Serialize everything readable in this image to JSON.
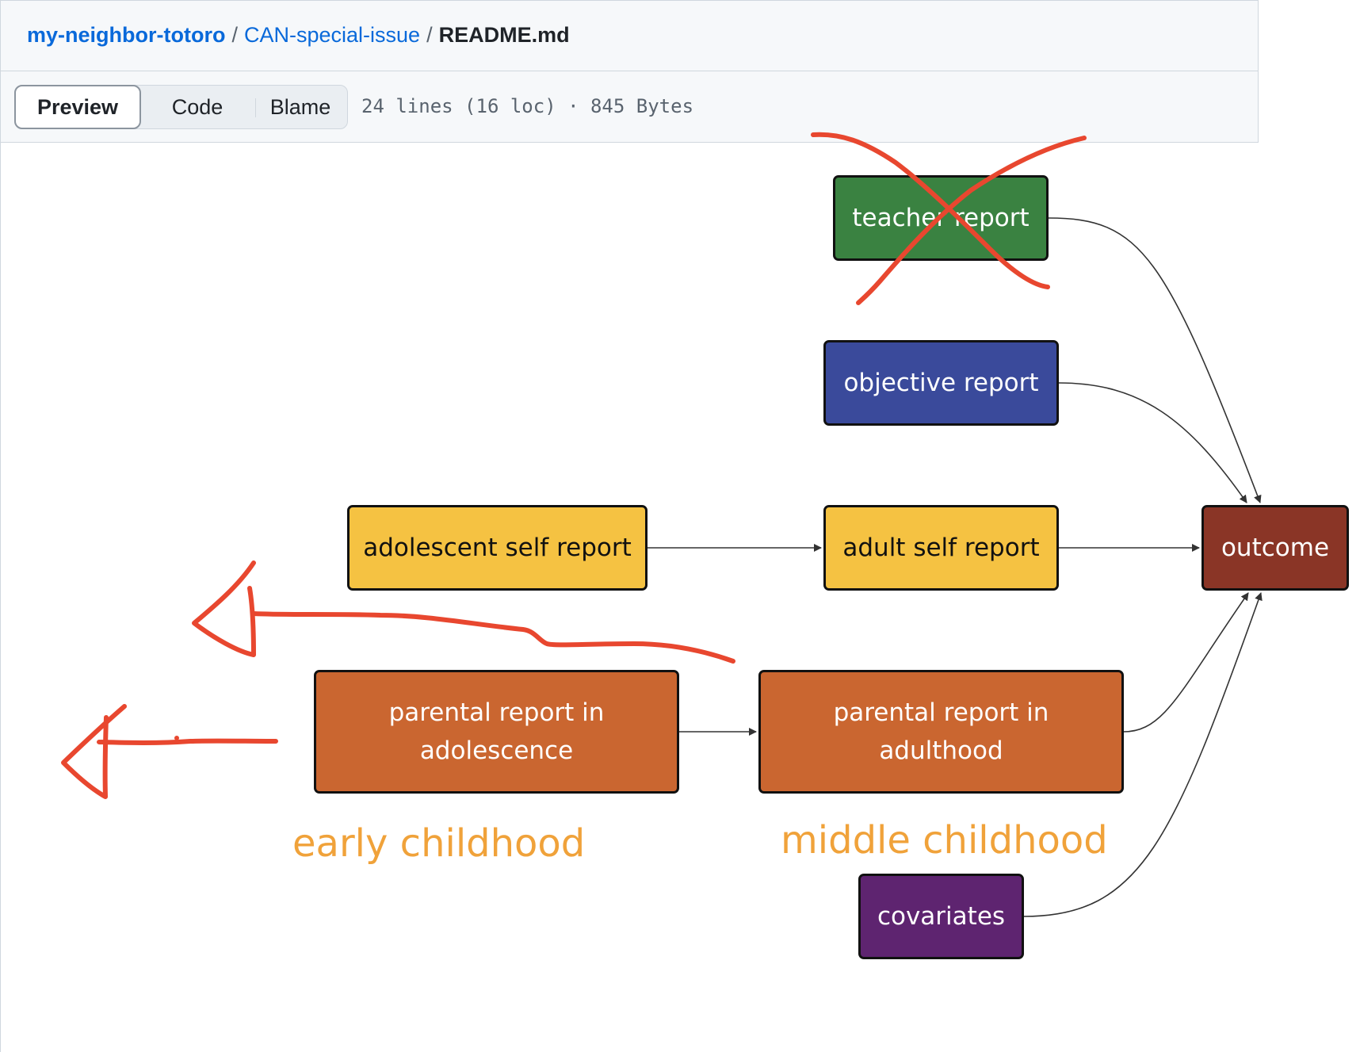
{
  "breadcrumb": {
    "repo": "my-neighbor-totoro",
    "folder": "CAN-special-issue",
    "file": "README.md",
    "separator": "/"
  },
  "toolbar": {
    "tabs": [
      "Preview",
      "Code",
      "Blame"
    ],
    "active_tab": "Preview",
    "file_info": "24 lines (16 loc) · 845 Bytes"
  },
  "diagram": {
    "nodes": {
      "teacher_report": "teacher report",
      "objective_report": "objective report",
      "adolescent_self_report": "adolescent self report",
      "adult_self_report": "adult self report",
      "outcome": "outcome",
      "parental_report_adolescence": [
        "parental report in",
        "adolescence"
      ],
      "parental_report_adulthood": [
        "parental report in",
        "adulthood"
      ],
      "covariates": "covariates"
    },
    "edges": [
      [
        "teacher_report",
        "outcome"
      ],
      [
        "objective_report",
        "outcome"
      ],
      [
        "adolescent_self_report",
        "adult_self_report"
      ],
      [
        "adult_self_report",
        "outcome"
      ],
      [
        "parental_report_adolescence",
        "parental_report_adulthood"
      ],
      [
        "parental_report_adulthood",
        "outcome"
      ],
      [
        "covariates",
        "outcome"
      ]
    ],
    "node_colors": {
      "teacher_report": "#3a8241",
      "objective_report": "#3a4a9b",
      "self_report": "#f5c242",
      "outcome": "#8a3526",
      "parental_report": "#ca6630",
      "covariates": "#5e2470"
    }
  },
  "annotations": {
    "early": "early childhood",
    "middle": "middle childhood",
    "ink_color": "#e8472f",
    "label_color": "#f0a23a"
  }
}
